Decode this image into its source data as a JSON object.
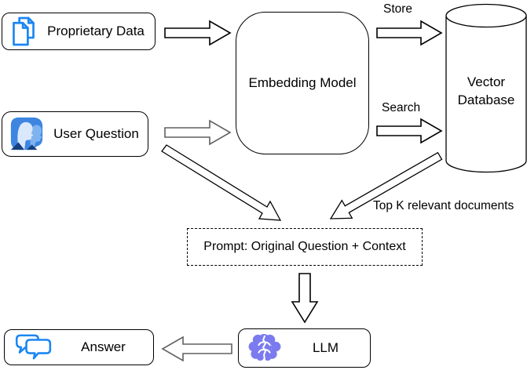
{
  "nodes": {
    "proprietary_data": {
      "label": "Proprietary Data"
    },
    "user_question": {
      "label": "User Question"
    },
    "embedding_model": {
      "label": "Embedding Model"
    },
    "vector_database": {
      "label": "Vector Database"
    },
    "prompt": {
      "label": "Prompt: Original Question + Context"
    },
    "llm": {
      "label": "LLM"
    },
    "answer": {
      "label": "Answer"
    }
  },
  "edges": {
    "store_label": "Store",
    "search_label": "Search",
    "top_k_label": "Top K relevant documents"
  },
  "icons": {
    "proprietary_data": "documents-icon",
    "user_question": "people-profiles-icon",
    "llm": "brain-icon",
    "answer": "chat-bubbles-icon"
  },
  "colors": {
    "icon_blue": "#1c86f2",
    "brain_purple": "#7b7bef",
    "user_dark": "#16407e",
    "user_mid": "#3d85e0",
    "user_light": "#7fb3ef",
    "user_pale": "#d9e8fb",
    "outline_black": "#000000",
    "outline_gray": "#616161",
    "background": "#ffffff"
  }
}
